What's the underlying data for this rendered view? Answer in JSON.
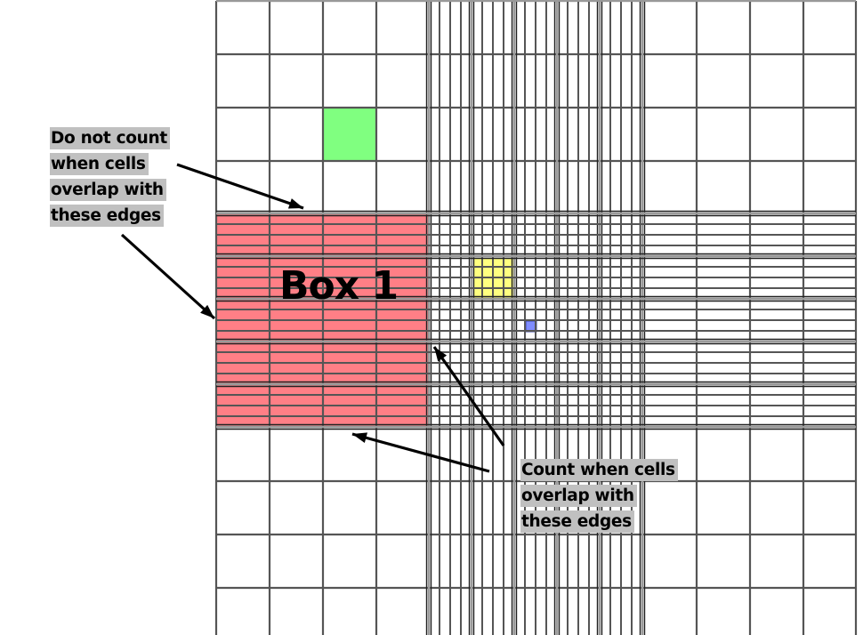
{
  "diagram": {
    "description": "Hemocytometer counting grid with counting rules",
    "colors": {
      "grid_line": "#555555",
      "box1_fill": "#ff7f86",
      "green_cell": "#80ff80",
      "yellow_cell": "#ffff80",
      "blue_cell": "#7f8cff",
      "label_highlight": "#c0c0c0"
    },
    "box1": {
      "label": "Box 1"
    },
    "annotations": [
      {
        "id": "do-not-count",
        "lines": [
          "Do not count",
          "when cells",
          "overlap with",
          "these edges"
        ]
      },
      {
        "id": "count",
        "lines": [
          "Count when cells",
          "overlap with",
          "these edges"
        ]
      }
    ]
  }
}
